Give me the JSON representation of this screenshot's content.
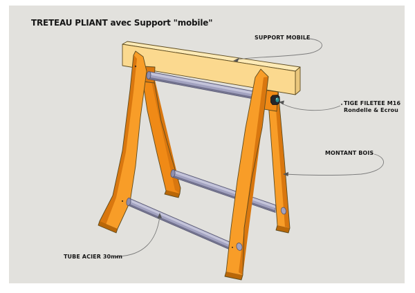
{
  "title": "TRETEAU PLIANT avec Support \"mobile\"",
  "callouts": {
    "support_mobile": "SUPPORT MOBILE",
    "tige_filetee_line1": "TIGE FILETEE M16",
    "tige_filetee_line2": "Rondelle & Ecrou",
    "montant_bois": "MONTANT BOIS",
    "tube_acier": "TUBE ACIER 30mm"
  },
  "palette": {
    "page_bg": "#ffffff",
    "canvas_bg": "#e2e1dd",
    "text": "#161616",
    "beam_front": "#fbd98f",
    "beam_top": "#fdeab6",
    "beam_end": "#eac77d",
    "edge_wood": "#5c4a1e",
    "leg_light": "#f89d28",
    "leg_mid": "#f08a16",
    "leg_dark": "#d9770f",
    "leg_bevel": "#b96708",
    "tube_light": "#c4c4da",
    "tube_mid": "#a2a2c0",
    "tube_dark": "#72728e",
    "tube_cap": "#8f8fae",
    "edge_tube": "#55556e",
    "leader": "#7a7a7a",
    "leader_dark": "#555555",
    "bolt_body": "#26262a",
    "bolt_face": "#2f8f8f"
  }
}
